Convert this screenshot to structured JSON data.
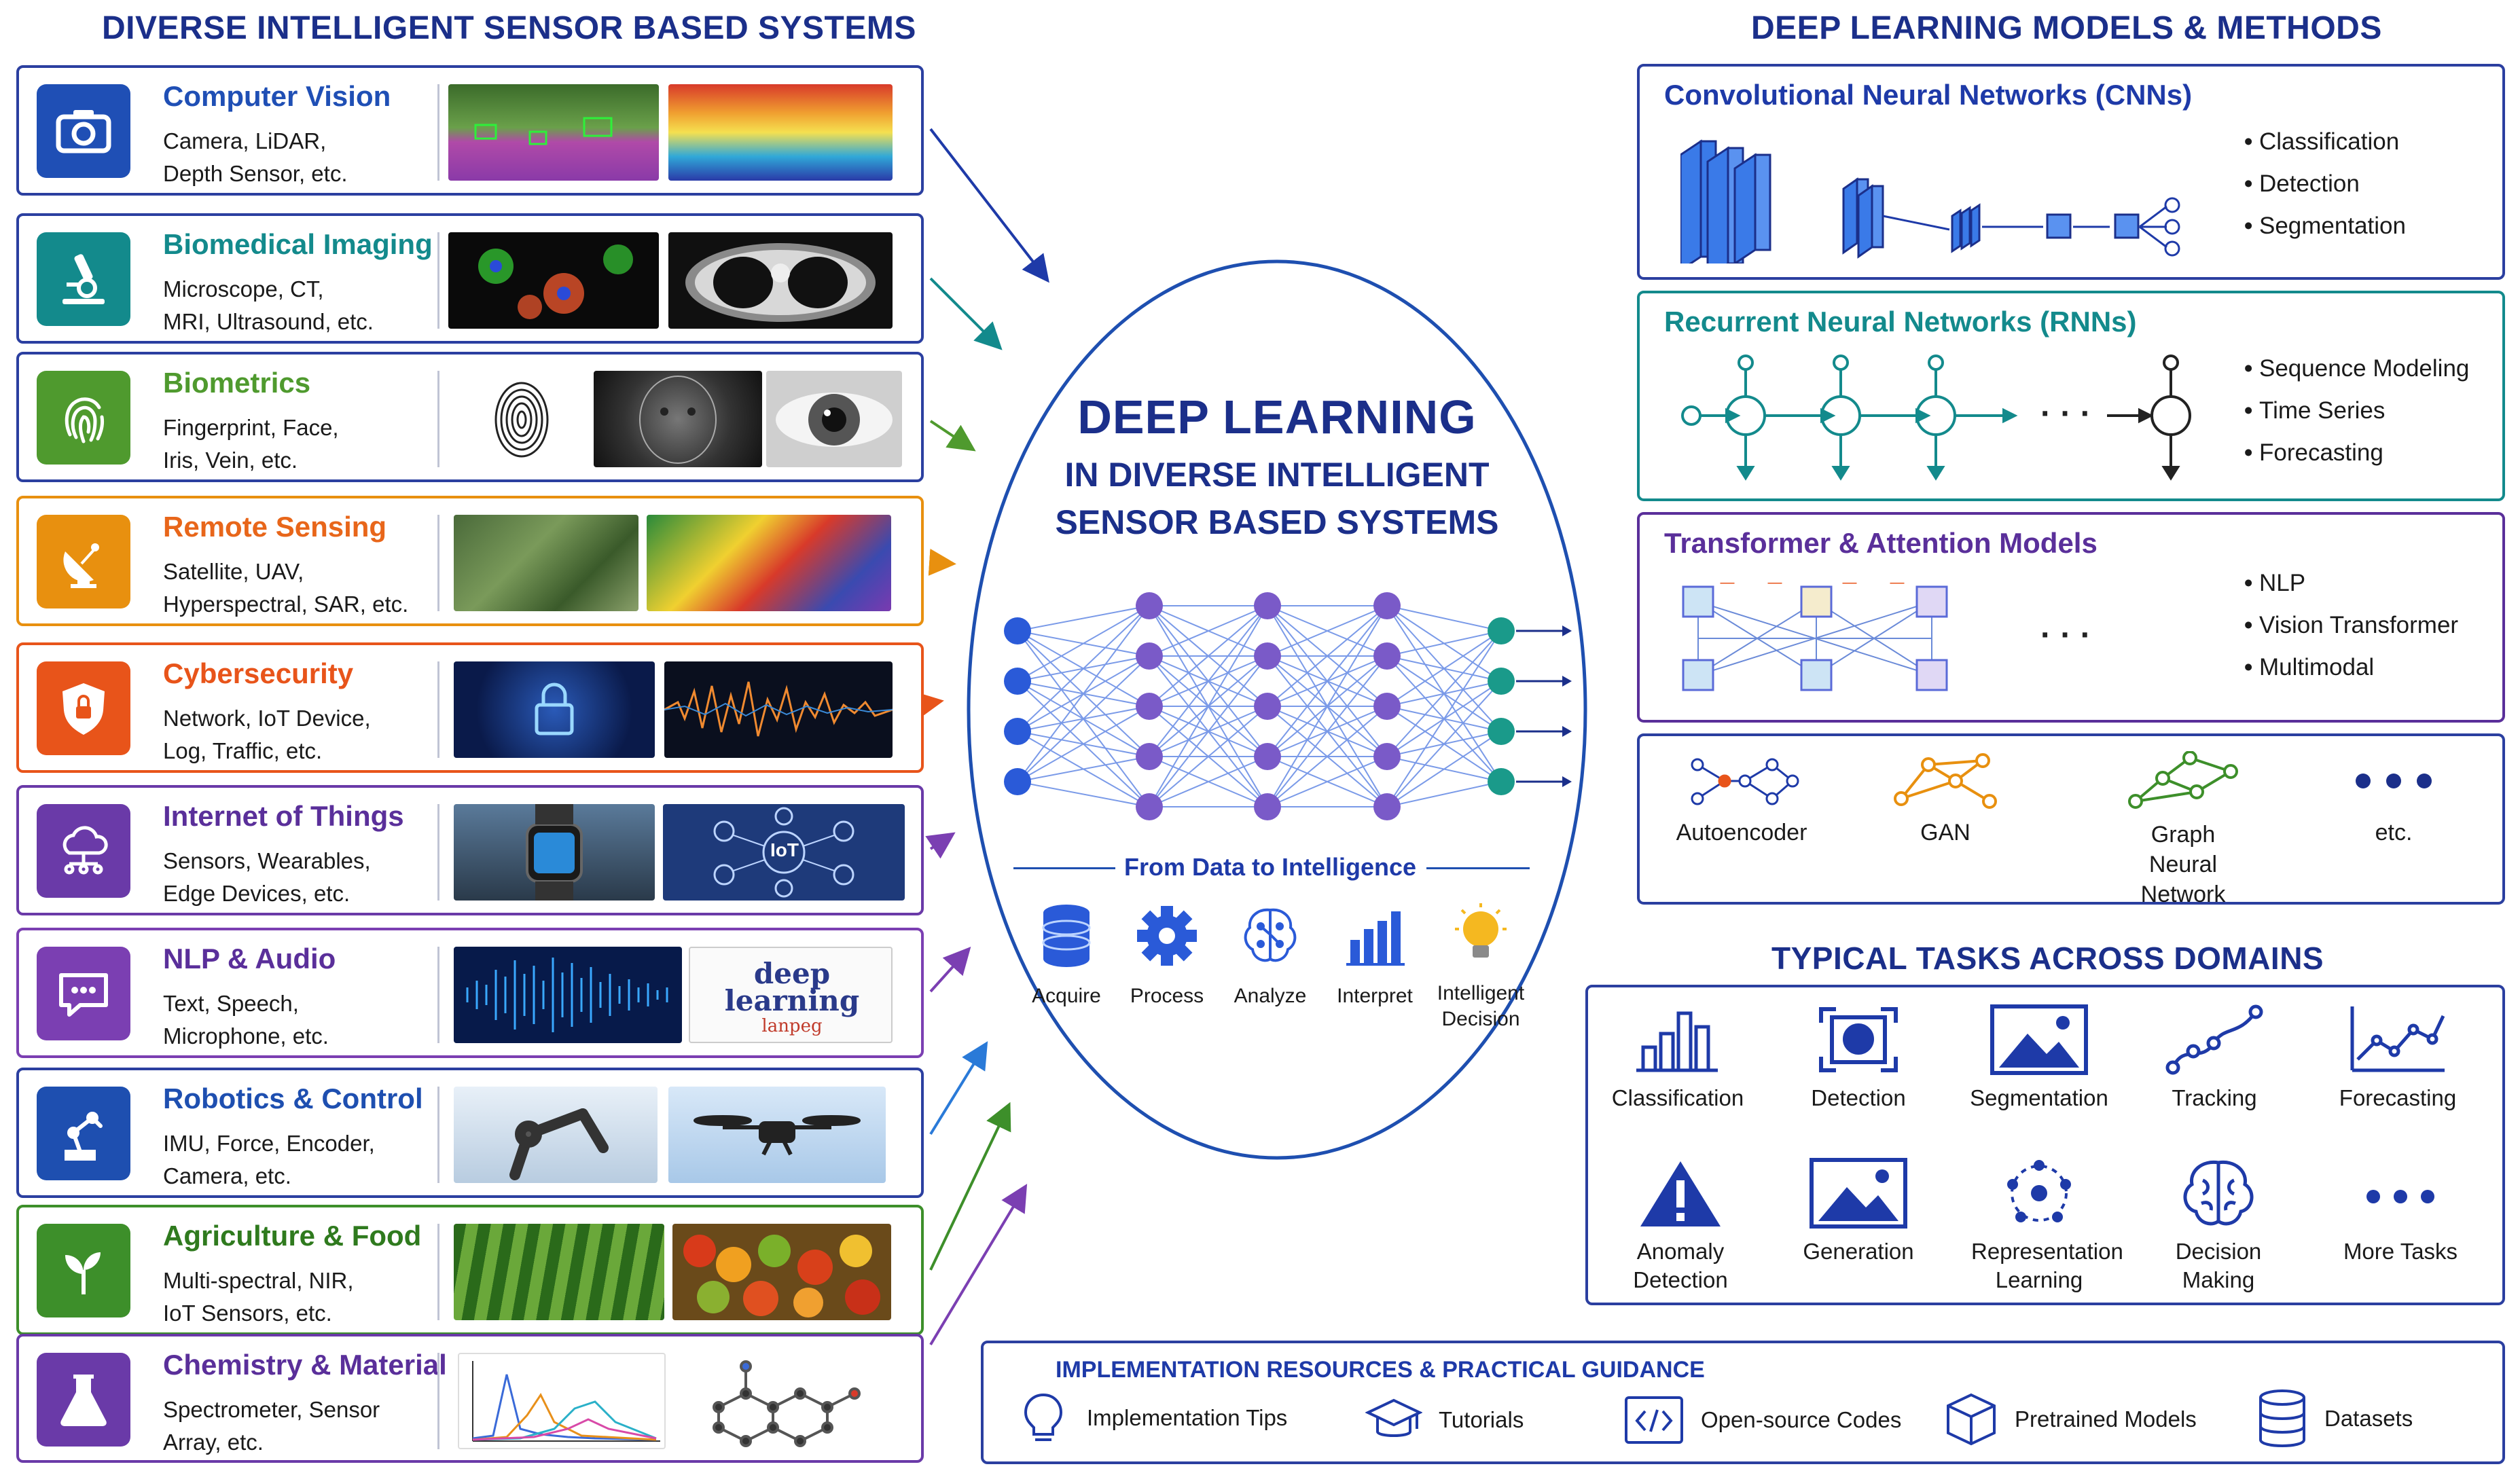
{
  "left": {
    "title": "DIVERSE INTELLIGENT SENSOR BASED SYSTEMS",
    "rows": [
      {
        "title": "Computer Vision",
        "desc1": "Camera, LiDAR,",
        "desc2": "Depth Sensor, etc.",
        "icon": "camera-icon",
        "color": "#1f4fb5"
      },
      {
        "title": "Biomedical Imaging",
        "desc1": "Microscope, CT,",
        "desc2": "MRI, Ultrasound, etc.",
        "icon": "microscope-icon",
        "color": "#138a8c"
      },
      {
        "title": "Biometrics",
        "desc1": "Fingerprint, Face,",
        "desc2": "Iris, Vein, etc.",
        "icon": "fingerprint-icon",
        "color": "#4f9a2e"
      },
      {
        "title": "Remote Sensing",
        "desc1": "Satellite, UAV,",
        "desc2": "Hyperspectral, SAR, etc.",
        "icon": "satellite-dish-icon",
        "color": "#e8900f"
      },
      {
        "title": "Cybersecurity",
        "desc1": "Network, IoT Device,",
        "desc2": "Log, Traffic, etc.",
        "icon": "shield-lock-icon",
        "color": "#e8541a"
      },
      {
        "title": "Internet of Things",
        "desc1": "Sensors, Wearables,",
        "desc2": "Edge Devices, etc.",
        "icon": "cloud-network-icon",
        "color": "#6a3aa8"
      },
      {
        "title": "NLP & Audio",
        "desc1": "Text, Speech,",
        "desc2": "Microphone, etc.",
        "icon": "chat-bubble-icon",
        "color": "#7b3fb2"
      },
      {
        "title": "Robotics & Control",
        "desc1": "IMU, Force, Encoder,",
        "desc2": "Camera, etc.",
        "icon": "robot-arm-icon",
        "color": "#1e4fb0"
      },
      {
        "title": "Agriculture & Food",
        "desc1": "Multi-spectral, NIR,",
        "desc2": "IoT Sensors, etc.",
        "icon": "sprout-icon",
        "color": "#3d8f2a"
      },
      {
        "title": "Chemistry & Material",
        "desc1": "Spectrometer, Sensor",
        "desc2": "Array, etc.",
        "icon": "flask-icon",
        "color": "#6a3aa8"
      }
    ],
    "thumb_word": "deep learning",
    "thumb_word2": "lanpeg",
    "thumb_iot": "IoT"
  },
  "center": {
    "title": "DEEP LEARNING",
    "subtitle1": "IN DIVERSE INTELLIGENT",
    "subtitle2": "SENSOR BASED SYSTEMS",
    "flow_label": "From Data to Intelligence",
    "stages": [
      "Acquire",
      "Process",
      "Analyze",
      "Interpret",
      "Intelligent Decision"
    ]
  },
  "right": {
    "title": "DEEP LEARNING MODELS & METHODS",
    "cnn": {
      "title": "Convolutional Neural Networks (CNNs)",
      "bullets": [
        "Classification",
        "Detection",
        "Segmentation"
      ]
    },
    "rnn": {
      "title": "Recurrent Neural Networks (RNNs)",
      "bullets": [
        "Sequence Modeling",
        "Time Series",
        "Forecasting"
      ],
      "ellipsis": "· · ·"
    },
    "transformer": {
      "title": "Transformer & Attention Models",
      "bullets": [
        "NLP",
        "Vision Transformer",
        "Multimodal"
      ],
      "ellipsis": "· · ·"
    },
    "others": [
      {
        "label": "Autoencoder"
      },
      {
        "label": "GAN"
      },
      {
        "label": "Graph Neural Network"
      },
      {
        "label": "etc."
      }
    ]
  },
  "tasks": {
    "title": "TYPICAL TASKS ACROSS DOMAINS",
    "items": [
      "Classification",
      "Detection",
      "Segmentation",
      "Tracking",
      "Forecasting",
      "Anomaly Detection",
      "Generation",
      "Representation Learning",
      "Decision Making",
      "More Tasks"
    ]
  },
  "resources": {
    "title": "IMPLEMENTATION RESOURCES & PRACTICAL GUIDANCE",
    "items": [
      "Implementation Tips",
      "Tutorials",
      "Open-source Codes",
      "Pretrained Models",
      "Datasets"
    ]
  },
  "colors": {
    "navy": "#1b2f8a",
    "border": "#2b3fa0",
    "teal": "#138a8c",
    "purple": "#5a2f9a"
  }
}
